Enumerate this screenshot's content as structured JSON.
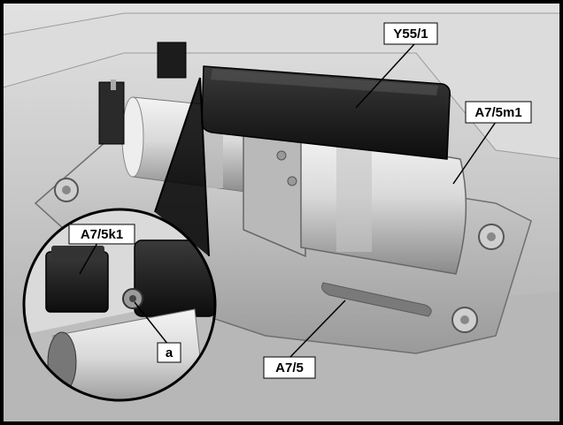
{
  "figure": {
    "callouts": {
      "y55_1": "Y55/1",
      "a7_5m1": "A7/5m1",
      "a7_5k1": "A7/5k1",
      "a": "a",
      "a7_5": "A7/5"
    },
    "colors": {
      "frame": "#000000",
      "background": "#c9c9c9",
      "label_box": "#ffffff",
      "component_dark": "#1a1a1a",
      "metal_light": "#d8d8d8"
    }
  }
}
